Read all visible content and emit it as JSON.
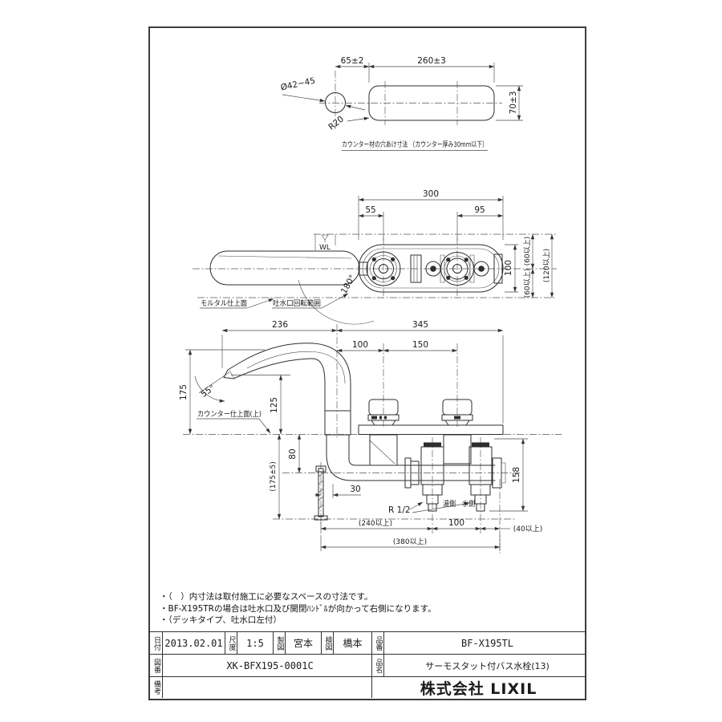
{
  "notes": [
    "・（　）内寸法は取付施工に必要なスペースの寸法です。",
    "・BF-X195TRの場合は吐水口及び開閉ﾊﾝﾄﾞﾙが向かって右側になります。",
    "・（デッキタイプ、吐水口左付）"
  ],
  "hole_view": {
    "caption": "カウンター材の穴あけ寸法 （カウンター厚み30mm以下）",
    "hole_dia": "Ø42~45",
    "hole_pitch": "65±2",
    "slot_length": "260±3",
    "slot_width": "70±3",
    "corner_r": "R20"
  },
  "top_view": {
    "overall_width": "300",
    "left_port_offset": "55",
    "right_port_offset": "95",
    "body_depth": "100",
    "clear_front": "(60以上)",
    "clear_back": "(60以上)",
    "clear_total": "(120以上)",
    "swing_angle": "180°",
    "wl_mark": "WL",
    "mortar_label": "モルタル仕上面",
    "spout_range_label": "吐水口回転範囲"
  },
  "front_view": {
    "spout_reach": "236",
    "body_span": "345",
    "spout_to_handle": "100",
    "handle_pitch": "150",
    "spout_height": "175",
    "outlet_height": "125",
    "outlet_angle": "55°",
    "counter_label": "カウンター仕上面(上)",
    "under_counter_depth": "80",
    "install_depth": "(175±5)",
    "stud_offset": "30",
    "thread_label": "R 1/2",
    "hot_label": "湯側",
    "cold_label": "水側",
    "valve_height": "158",
    "clear_left": "(240以上)",
    "supply_pitch": "100",
    "clear_right": "(40以上)",
    "clear_total": "(380以上)"
  },
  "title_block": {
    "date_label": "日付",
    "date": "2013.02.01",
    "scale_label": "尺度",
    "scale": "1:5",
    "drawn_label": "製図",
    "drawn": "宮本",
    "checked_label": "検図",
    "checked": "橋本",
    "part_label": "品番",
    "part_no": "BF-X195TL",
    "dwg_label": "図番",
    "dwg_no": "XK-BFX195-0001C",
    "name_label": "品名",
    "product_name": "サーモスタット付バス水栓(13)",
    "remarks_label": "備考",
    "remarks": "",
    "company": "株式会社 LIXIL"
  }
}
